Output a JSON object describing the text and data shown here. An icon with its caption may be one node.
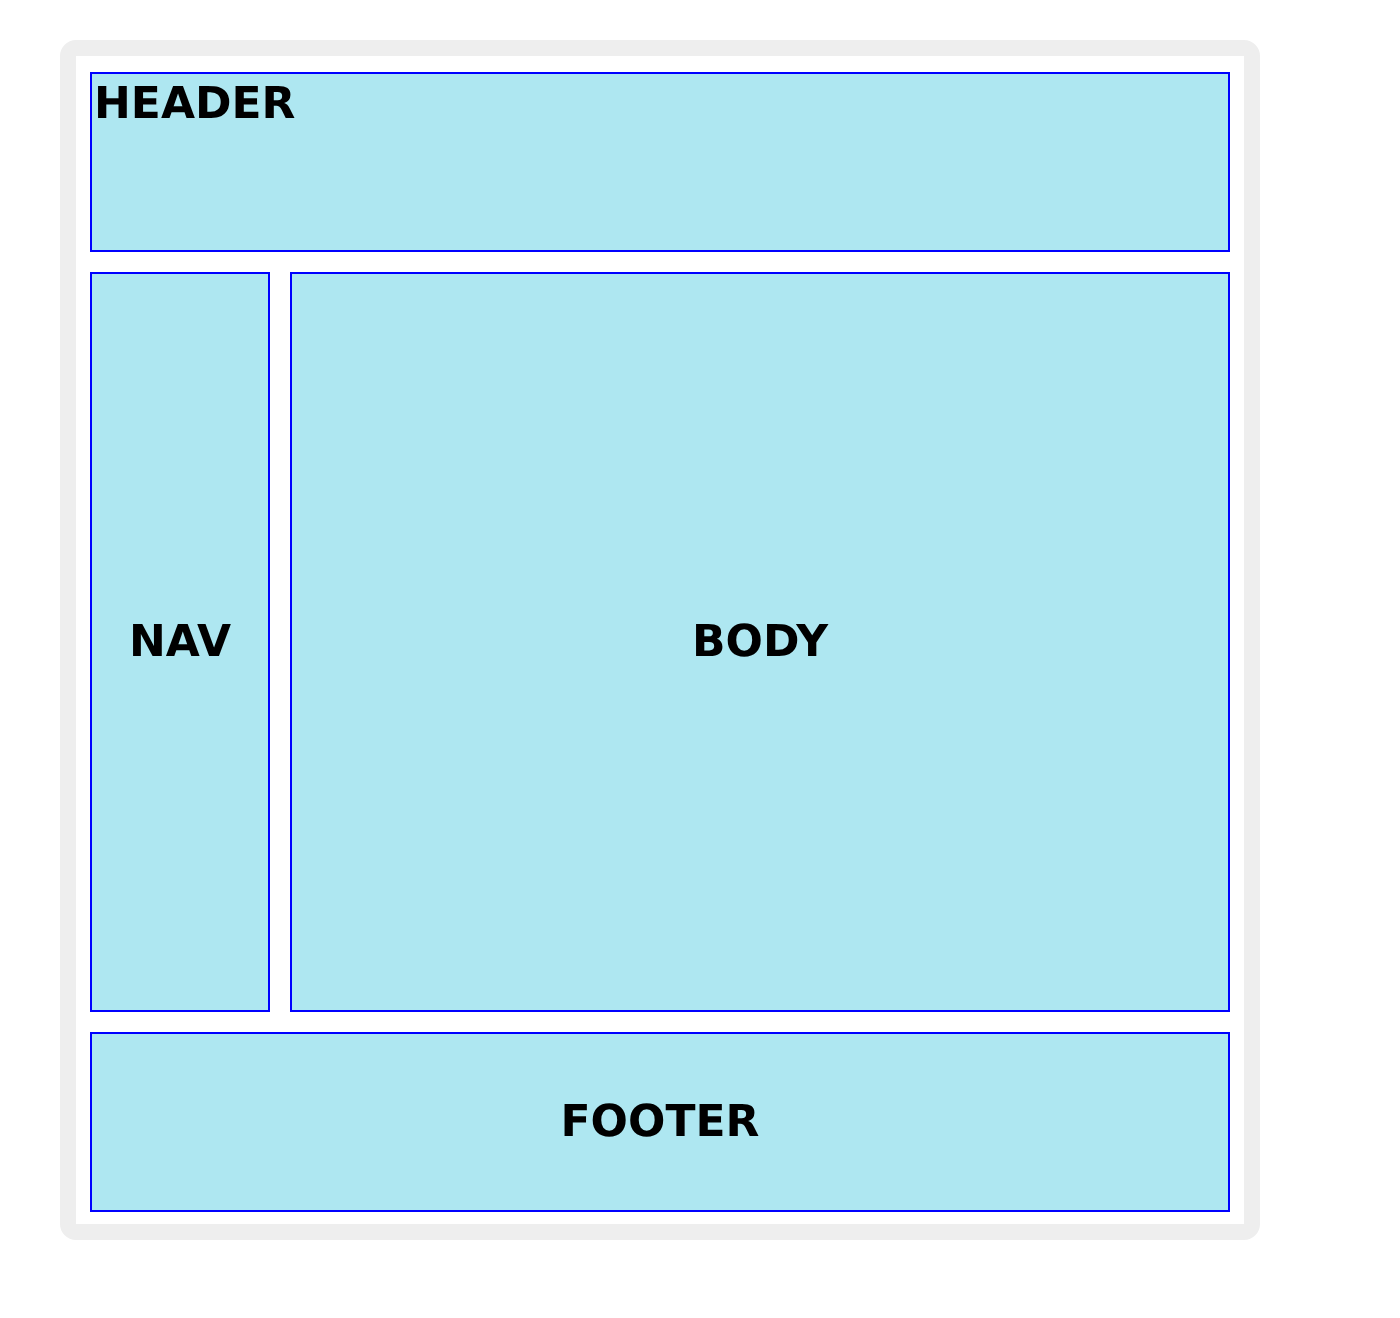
{
  "diagram": {
    "nodes": [
      {
        "text": [],
        "shape": "box"
      },
      {
        "text": [
          "HEADER"
        ],
        "in": 0
      },
      {
        "text": [
          "NAV"
        ],
        "in": 0
      },
      {
        "text": [
          "BODY"
        ],
        "in": 0
      },
      {
        "text": [
          "FOOTER"
        ],
        "in": 0
      }
    ]
  }
}
